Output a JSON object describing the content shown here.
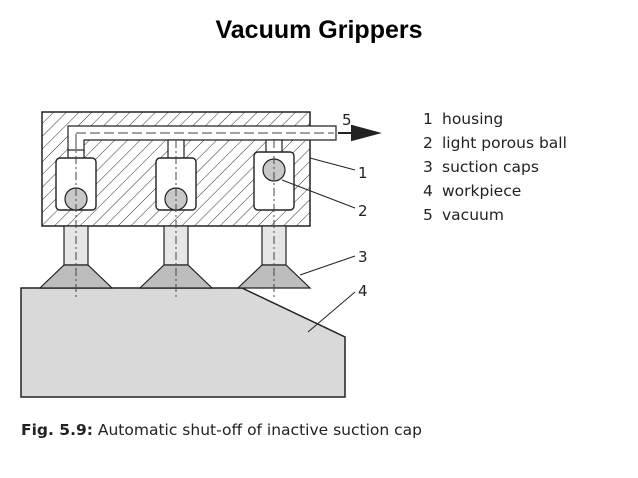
{
  "title": "Vacuum Grippers",
  "legend": [
    {
      "num": "1",
      "label": "housing"
    },
    {
      "num": "2",
      "label": "light porous ball"
    },
    {
      "num": "3",
      "label": "suction caps"
    },
    {
      "num": "4",
      "label": "workpiece"
    },
    {
      "num": "5",
      "label": "vacuum"
    }
  ],
  "callouts": [
    "5",
    "1",
    "2",
    "3",
    "4"
  ],
  "caption": {
    "label": "Fig. 5.9:",
    "text": "Automatic shut-off of inactive suction cap"
  }
}
